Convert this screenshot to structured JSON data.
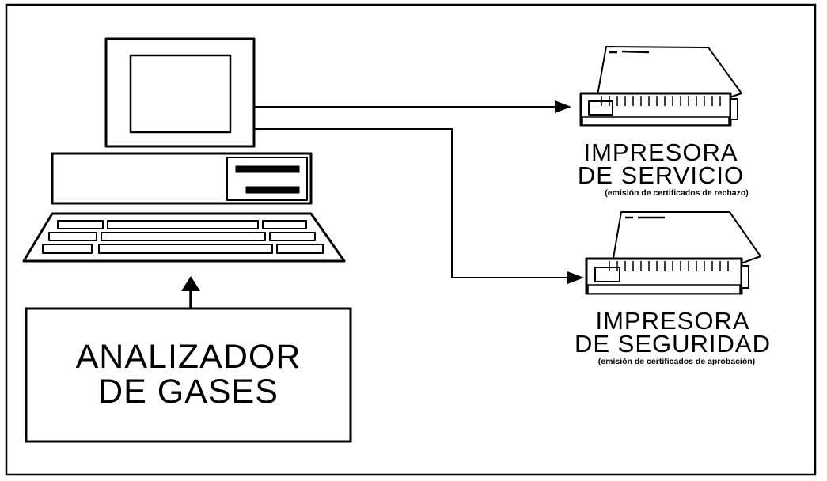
{
  "analyzer": {
    "line1": "ANALIZADOR",
    "line2": "DE GASES"
  },
  "printer_service": {
    "line1": "IMPRESORA",
    "line2": "DE SERVICIO",
    "note": "(emisión de certificados de rechazo)"
  },
  "printer_security": {
    "line1": "IMPRESORA",
    "line2": "DE SEGURIDAD",
    "note": "(emisión de certificados de aprobación)"
  },
  "colors": {
    "ink": "#000000",
    "background": "#ffffff"
  }
}
